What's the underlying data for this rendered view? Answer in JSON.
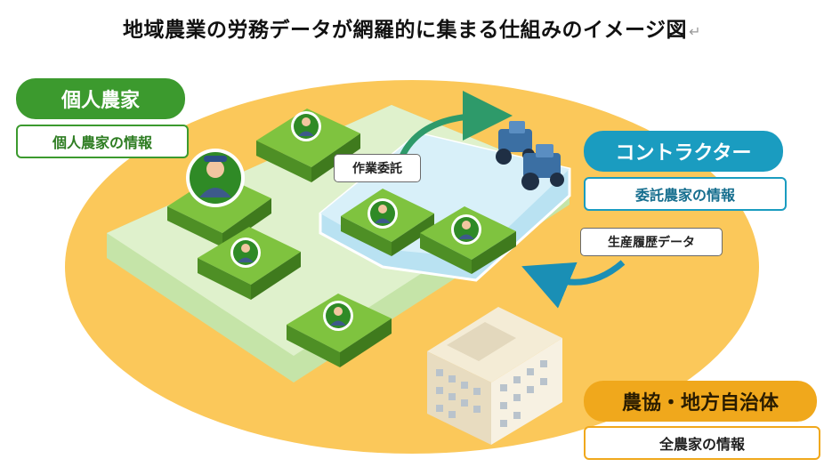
{
  "title": "地域農業の労務データが網羅的に集まる仕組みのイメージ図",
  "title_mark": "↵",
  "farmer": {
    "label": "個人農家",
    "info": "個人農家の情報",
    "color": "#3c9a2e"
  },
  "contractor": {
    "label": "コントラクター",
    "info": "委託農家の情報",
    "color": "#1a9cc0"
  },
  "coop": {
    "label": "農協・地方自治体",
    "info": "全農家の情報",
    "color": "#f0a81c"
  },
  "arrows": {
    "work_request": "作業委託",
    "production_history": "生産履歴データ"
  },
  "colors": {
    "ellipse": "#fbc85a",
    "land": "#d9efc4",
    "contractor_area": "#cfeaf5",
    "field": "#79bf3d"
  }
}
